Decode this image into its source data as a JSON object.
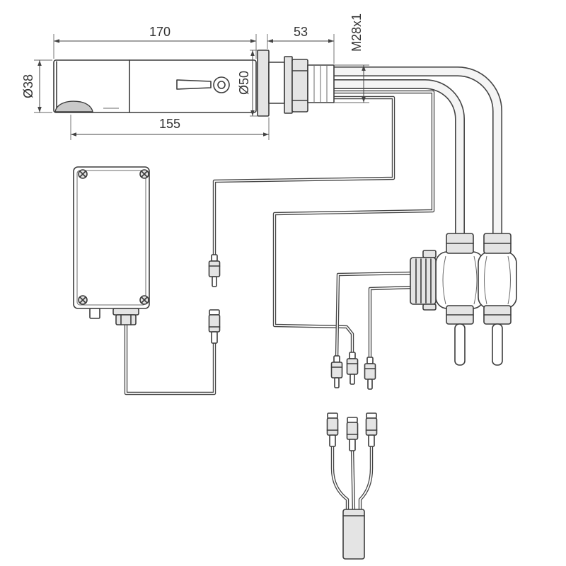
{
  "dimensions": {
    "overall_length": "170",
    "rear_projection": "53",
    "thread_size": "M28x1",
    "spout_diameter": "Ø38",
    "flange_diameter": "Ø50",
    "spout_length": "155"
  },
  "colors": {
    "line": "#3c3c3c",
    "part_fill": "#e4e4e4",
    "background": "#ffffff"
  }
}
